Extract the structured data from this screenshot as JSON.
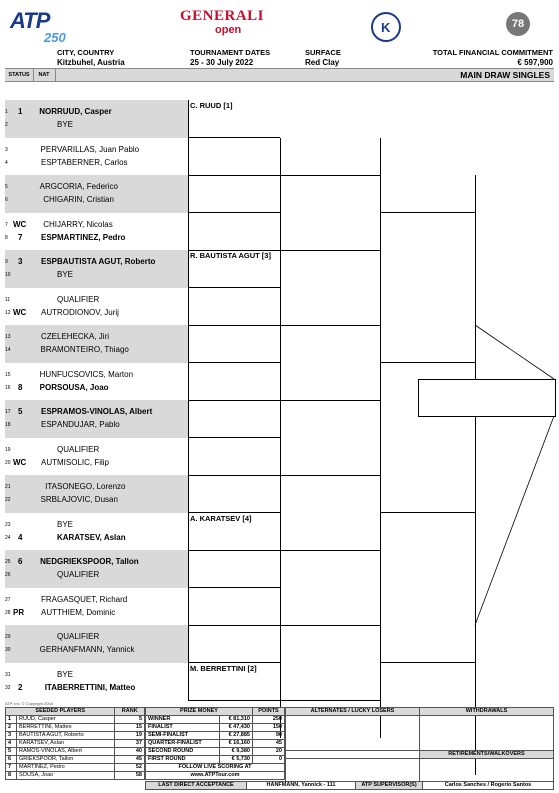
{
  "logos": {
    "atp": "ATP",
    "atp_tier": "250",
    "sponsor": "GENERALI",
    "sponsor_sub": "open",
    "badge_78": "78"
  },
  "header": {
    "city_label": "CITY, COUNTRY",
    "city_value": "Kitzbuhel, Austria",
    "dates_label": "TOURNAMENT DATES",
    "dates_value": "25 - 30 July 2022",
    "surface_label": "SURFACE",
    "surface_value": "Red Clay",
    "commit_label": "TOTAL FINANCIAL COMMITMENT",
    "commit_value": "€ 597,900"
  },
  "bar": {
    "status": "STATUS",
    "nat": "NAT",
    "title": "MAIN DRAW SINGLES"
  },
  "draw": [
    {
      "n": "1",
      "st": "",
      "seed": "1",
      "nat": "NOR",
      "name": "RUUD, Casper",
      "bold": true
    },
    {
      "n": "2",
      "st": "",
      "seed": "",
      "nat": "",
      "name": "BYE",
      "bold": false
    },
    {
      "n": "3",
      "st": "",
      "seed": "",
      "nat": "PER",
      "name": "VARILLAS, Juan Pablo",
      "bold": false
    },
    {
      "n": "4",
      "st": "",
      "seed": "",
      "nat": "ESP",
      "name": "TABERNER, Carlos",
      "bold": false
    },
    {
      "n": "5",
      "st": "",
      "seed": "",
      "nat": "ARG",
      "name": "CORIA, Federico",
      "bold": false
    },
    {
      "n": "6",
      "st": "",
      "seed": "",
      "nat": "CHI",
      "name": "GARIN, Cristian",
      "bold": false
    },
    {
      "n": "7",
      "st": "WC",
      "seed": "",
      "nat": "CHI",
      "name": "JARRY, Nicolas",
      "bold": false
    },
    {
      "n": "8",
      "st": "",
      "seed": "7",
      "nat": "ESP",
      "name": "MARTINEZ, Pedro",
      "bold": true
    },
    {
      "n": "9",
      "st": "",
      "seed": "3",
      "nat": "ESP",
      "name": "BAUTISTA AGUT, Roberto",
      "bold": true
    },
    {
      "n": "10",
      "st": "",
      "seed": "",
      "nat": "",
      "name": "BYE",
      "bold": false
    },
    {
      "n": "11",
      "st": "",
      "seed": "",
      "nat": "",
      "name": "QUALIFIER",
      "bold": false
    },
    {
      "n": "12",
      "st": "WC",
      "seed": "",
      "nat": "AUT",
      "name": "RODIONOV, Jurij",
      "bold": false
    },
    {
      "n": "13",
      "st": "",
      "seed": "",
      "nat": "CZE",
      "name": "LEHECKA, Jiri",
      "bold": false
    },
    {
      "n": "14",
      "st": "",
      "seed": "",
      "nat": "BRA",
      "name": "MONTEIRO, Thiago",
      "bold": false
    },
    {
      "n": "15",
      "st": "",
      "seed": "",
      "nat": "HUN",
      "name": "FUCSOVICS, Marton",
      "bold": false
    },
    {
      "n": "16",
      "st": "",
      "seed": "8",
      "nat": "POR",
      "name": "SOUSA, Joao",
      "bold": true
    },
    {
      "n": "17",
      "st": "",
      "seed": "5",
      "nat": "ESP",
      "name": "RAMOS-VINOLAS, Albert",
      "bold": true
    },
    {
      "n": "18",
      "st": "",
      "seed": "",
      "nat": "ESP",
      "name": "ANDUJAR, Pablo",
      "bold": false
    },
    {
      "n": "19",
      "st": "",
      "seed": "",
      "nat": "",
      "name": "QUALIFIER",
      "bold": false
    },
    {
      "n": "20",
      "st": "WC",
      "seed": "",
      "nat": "AUT",
      "name": "MISOLIC, Filip",
      "bold": false
    },
    {
      "n": "21",
      "st": "",
      "seed": "",
      "nat": "ITA",
      "name": "SONEGO, Lorenzo",
      "bold": false
    },
    {
      "n": "22",
      "st": "",
      "seed": "",
      "nat": "SRB",
      "name": "LAJOVIC, Dusan",
      "bold": false
    },
    {
      "n": "23",
      "st": "",
      "seed": "",
      "nat": "",
      "name": "BYE",
      "bold": false
    },
    {
      "n": "24",
      "st": "",
      "seed": "4",
      "nat": "",
      "name": "KARATSEV, Aslan",
      "bold": true
    },
    {
      "n": "25",
      "st": "",
      "seed": "6",
      "nat": "NED",
      "name": "GRIEKSPOOR, Tallon",
      "bold": true
    },
    {
      "n": "26",
      "st": "",
      "seed": "",
      "nat": "",
      "name": "QUALIFIER",
      "bold": false
    },
    {
      "n": "27",
      "st": "",
      "seed": "",
      "nat": "FRA",
      "name": "GASQUET, Richard",
      "bold": false
    },
    {
      "n": "28",
      "st": "PR",
      "seed": "",
      "nat": "AUT",
      "name": "THIEM, Dominic",
      "bold": false
    },
    {
      "n": "29",
      "st": "",
      "seed": "",
      "nat": "",
      "name": "QUALIFIER",
      "bold": false
    },
    {
      "n": "30",
      "st": "",
      "seed": "",
      "nat": "GER",
      "name": "HANFMANN, Yannick",
      "bold": false
    },
    {
      "n": "31",
      "st": "",
      "seed": "",
      "nat": "",
      "name": "BYE",
      "bold": false
    },
    {
      "n": "32",
      "st": "",
      "seed": "2",
      "nat": "ITA",
      "name": "BERRETTINI, Matteo",
      "bold": true
    }
  ],
  "r2_winners": [
    "C. RUUD [1]",
    "R. BAUTISTA AGUT [3]",
    "A. KARATSEV [4]",
    "M. BERRETTINI [2]"
  ],
  "copyright": "ATP, Inc. © Copyright 2004",
  "footer": {
    "seeded_title": "SEEDED PLAYERS",
    "rank_title": "RANK",
    "seeds": [
      {
        "n": "1",
        "name": "RUUD, Casper",
        "rank": "5"
      },
      {
        "n": "2",
        "name": "BERRETTINI, Matteo",
        "rank": "15"
      },
      {
        "n": "3",
        "name": "BAUTISTA AGUT, Roberto",
        "rank": "19"
      },
      {
        "n": "4",
        "name": "KARATSEV, Aslan",
        "rank": "37"
      },
      {
        "n": "5",
        "name": "RAMOS-VINOLAS, Albert",
        "rank": "40"
      },
      {
        "n": "6",
        "name": "GRIEKSPOOR, Tallon",
        "rank": "45"
      },
      {
        "n": "7",
        "name": "MARTINEZ, Pedro",
        "rank": "52"
      },
      {
        "n": "8",
        "name": "SOUSA, Joao",
        "rank": "58"
      }
    ],
    "prize_title": "PRIZE MONEY",
    "points_title": "POINTS",
    "prizes": [
      {
        "round": "WINNER",
        "money": "€ 81,310",
        "pts": "250"
      },
      {
        "round": "FINALIST",
        "money": "€ 47,430",
        "pts": "150"
      },
      {
        "round": "SEMI-FINALIST",
        "money": "€ 27,885",
        "pts": "90"
      },
      {
        "round": "QUARTER-FINALIST",
        "money": "€ 16,160",
        "pts": "45"
      },
      {
        "round": "SECOND ROUND",
        "money": "€ 9,380",
        "pts": "20"
      },
      {
        "round": "FIRST ROUND",
        "money": "€ 5,730",
        "pts": "0"
      }
    ],
    "follow": "FOLLOW LIVE SCORING AT",
    "url": "www.ATPTour.com",
    "alternates_title": "ALTERNATES / LUCKY LOSERS",
    "withdrawals_title": "WITHDRAWALS",
    "retirements_title": "RETIREMENTS/WALKOVERS",
    "lda_label": "LAST DIRECT ACCEPTANCE",
    "lda_value": "HANFMANN, Yannick - 111",
    "sup_label": "ATP SUPERVISOR(S)",
    "sup_value": "Carlos Sanches / Rogerio Santos"
  }
}
